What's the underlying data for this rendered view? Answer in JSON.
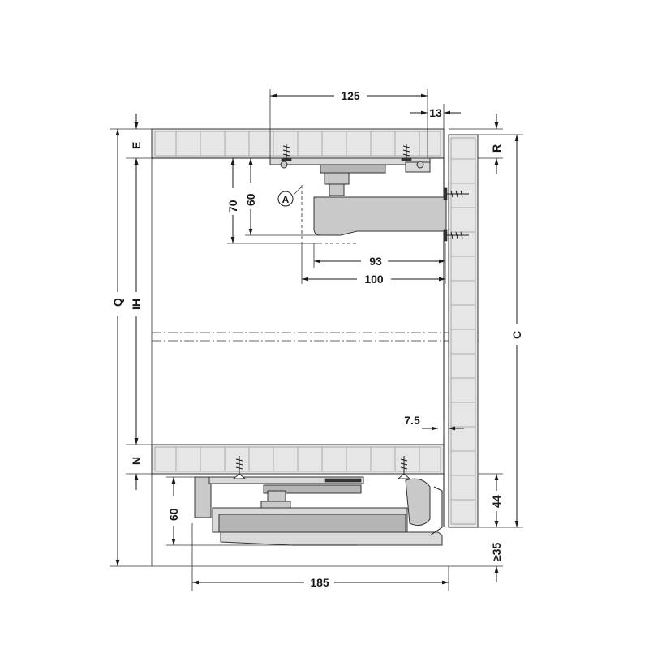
{
  "colors": {
    "panel": "#e6e6e6",
    "metal": "#c9c9c9",
    "line": "#1a1a1a"
  },
  "dimensions": {
    "d125": "125",
    "d13": "13",
    "d70": "70",
    "d60_top": "60",
    "d93": "93",
    "d100": "100",
    "d7_5": "7.5",
    "d60_bottom": "60",
    "d44": "44",
    "d35": "≥35",
    "d185": "185"
  },
  "labels": {
    "E": "E",
    "R": "R",
    "Q": "Q",
    "IH": "IH",
    "C": "C",
    "N": "N",
    "A": "A"
  }
}
